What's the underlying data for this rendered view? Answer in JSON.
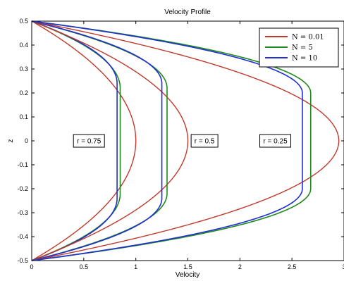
{
  "chart_data": {
    "type": "line",
    "title": "Velocity Profile",
    "xlabel": "Velocity",
    "ylabel": "z",
    "xlim": [
      0,
      3
    ],
    "ylim": [
      -0.5,
      0.5
    ],
    "xticks": [
      "0",
      "0.5",
      "1",
      "1.5",
      "2",
      "2.5",
      "3"
    ],
    "yticks": [
      "0.5",
      "0.4",
      "0.3",
      "0.2",
      "0.1",
      "0",
      "-0.1",
      "-0.2",
      "-0.3",
      "-0.4",
      "-0.5"
    ],
    "grid": false,
    "legend_position": "top-right",
    "series": [
      {
        "name": "N = 0.01",
        "color": "#c0392b"
      },
      {
        "name": "N = 5",
        "color": "#1e8a1e"
      },
      {
        "name": "N = 10",
        "color": "#1f2fd0"
      }
    ],
    "groups": [
      {
        "label": "r = 0.75",
        "peak": {
          "N = 0.01": 1.0,
          "N = 5": 0.85,
          "N = 10": 0.82
        },
        "flat_half_width": {
          "N = 5": 0.22,
          "N = 10": 0.24
        }
      },
      {
        "label": "r = 0.5",
        "peak": {
          "N = 0.01": 1.5,
          "N = 5": 1.3,
          "N = 10": 1.25
        },
        "flat_half_width": {
          "N = 5": 0.22,
          "N = 10": 0.24
        }
      },
      {
        "label": "r = 0.25",
        "peak": {
          "N = 0.01": 2.95,
          "N = 5": 2.68,
          "N = 10": 2.6
        },
        "flat_half_width": {
          "N = 5": 0.2,
          "N = 10": 0.2
        }
      }
    ]
  }
}
